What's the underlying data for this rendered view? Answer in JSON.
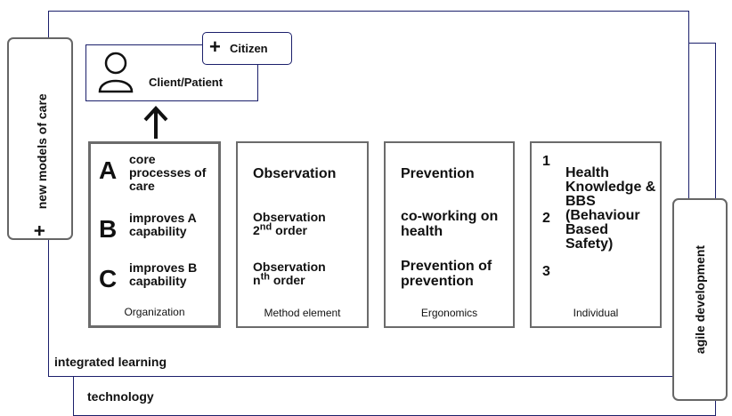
{
  "frames": {
    "integrated_learning": "integrated learning",
    "technology": "technology"
  },
  "side_tabs": {
    "left": {
      "plus": "+",
      "label": "new models of care"
    },
    "right": {
      "label": "agile development"
    }
  },
  "client": {
    "label": "Client/Patient",
    "citizen_plus": "+",
    "citizen_label": "Citizen"
  },
  "columns": {
    "organization": {
      "footer": "Organization",
      "items": [
        {
          "letter": "A",
          "text": "core processes of care"
        },
        {
          "letter": "B",
          "text": "improves A capability"
        },
        {
          "letter": "C",
          "text": "improves B capability"
        }
      ]
    },
    "method": {
      "footer": "Method element",
      "title": "Observation",
      "item2_main": "Observation",
      "item2_prefix": "2",
      "item2_sup": "nd",
      "item2_suffix": "order",
      "item3_main": "Observation",
      "item3_prefix": "n",
      "item3_sup": "th",
      "item3_suffix": "order"
    },
    "ergonomics": {
      "footer": "Ergonomics",
      "items": [
        "Prevention",
        "co-working on health",
        "Prevention of prevention"
      ]
    },
    "individual": {
      "footer": "Individual",
      "numbers": [
        "1",
        "2",
        "3"
      ],
      "text": "Health Knowledge & BBS (Behaviour Based Safety)"
    }
  }
}
